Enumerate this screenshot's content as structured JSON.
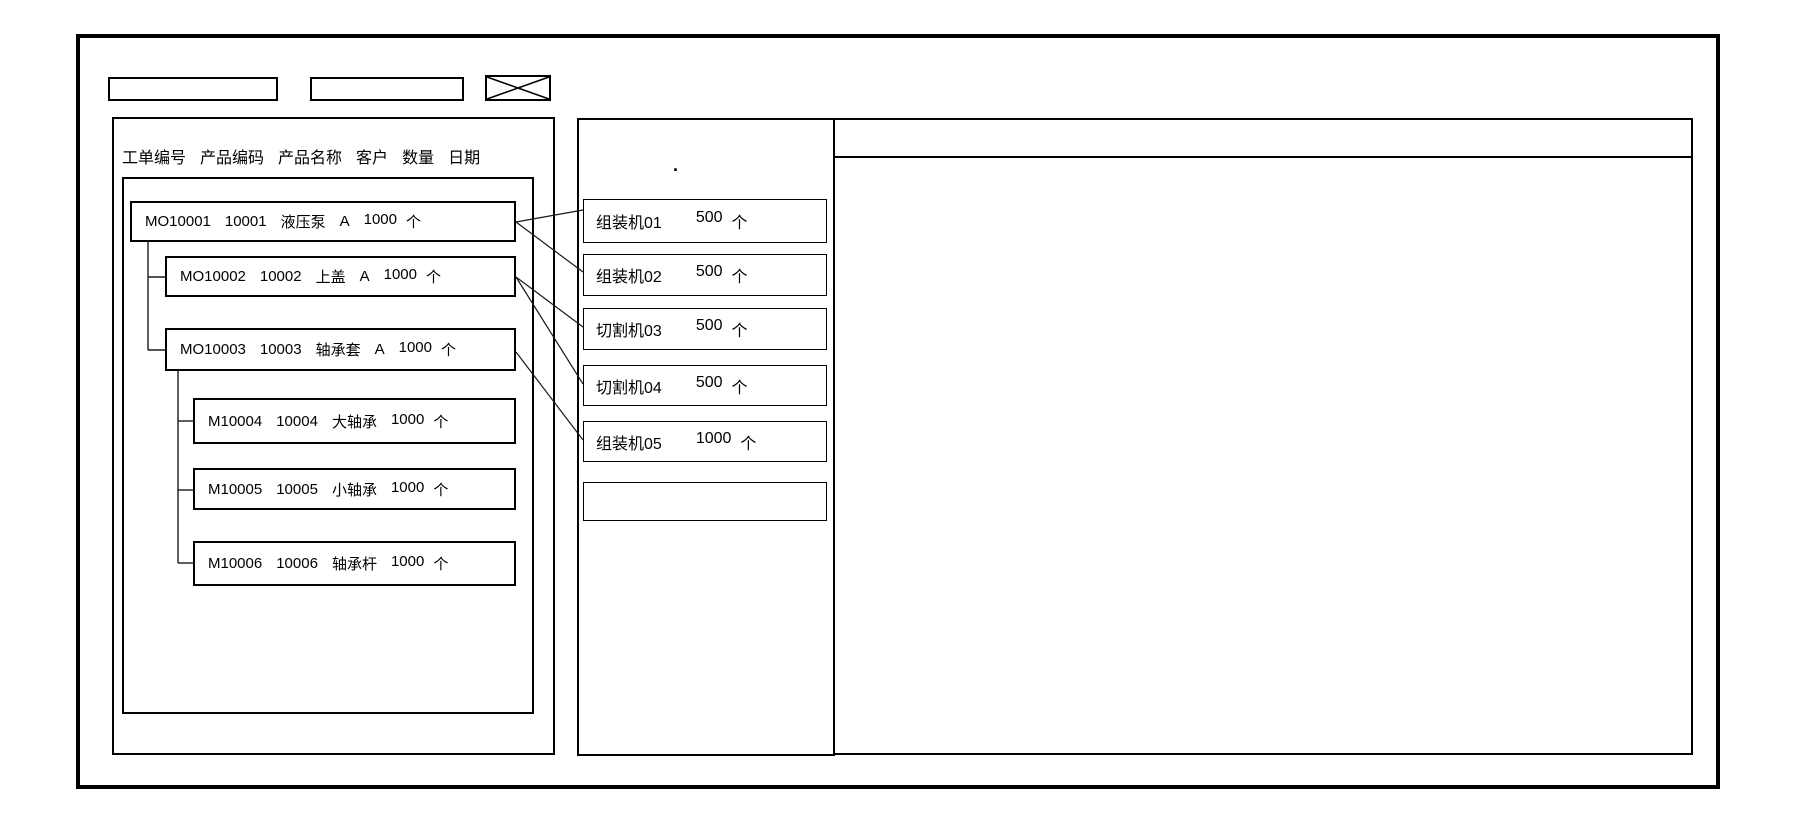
{
  "toolbar": {
    "input1_value": "",
    "input2_value": ""
  },
  "left_panel": {
    "columns": [
      "工单编号",
      "产品编码",
      "产品名称",
      "客户",
      "数量",
      "日期"
    ],
    "orders": [
      {
        "id": "MO10001",
        "code": "10001",
        "product": "液压泵",
        "customer": "A",
        "qty": "1000",
        "unit": "个"
      },
      {
        "id": "MO10002",
        "code": "10002",
        "product": "上盖",
        "customer": "A",
        "qty": "1000",
        "unit": "个"
      },
      {
        "id": "MO10003",
        "code": "10003",
        "product": "轴承套",
        "customer": "A",
        "qty": "1000",
        "unit": "个"
      },
      {
        "id": "M10004",
        "code": "10004",
        "product": "大轴承",
        "customer": "",
        "qty": "1000",
        "unit": "个"
      },
      {
        "id": "M10005",
        "code": "10005",
        "product": "小轴承",
        "customer": "",
        "qty": "1000",
        "unit": "个"
      },
      {
        "id": "M10006",
        "code": "10006",
        "product": "轴承杆",
        "customer": "",
        "qty": "1000",
        "unit": "个"
      }
    ]
  },
  "middle_panel": {
    "dot": ".",
    "machines": [
      {
        "name": "组装机01",
        "qty": "500",
        "unit": "个"
      },
      {
        "name": "组装机02",
        "qty": "500",
        "unit": "个"
      },
      {
        "name": "切割机03",
        "qty": "500",
        "unit": "个"
      },
      {
        "name": "切割机04",
        "qty": "500",
        "unit": "个"
      },
      {
        "name": "组装机05",
        "qty": "1000",
        "unit": "个"
      },
      {
        "name": "",
        "qty": "",
        "unit": ""
      }
    ]
  },
  "right_panel": {},
  "colors": {
    "line": "#000000",
    "background": "#ffffff"
  }
}
